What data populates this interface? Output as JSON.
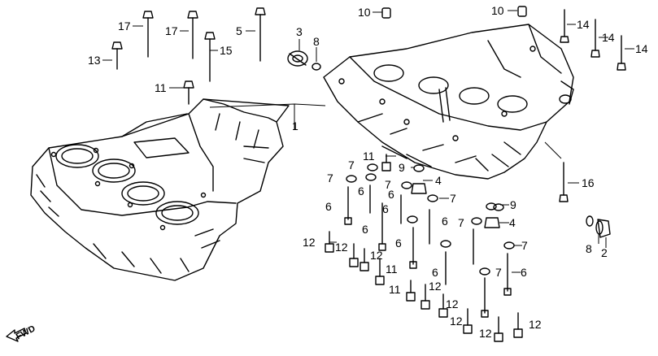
{
  "diagram": {
    "labels": [
      {
        "id": "l17a",
        "text": "17"
      },
      {
        "id": "l17b",
        "text": "17"
      },
      {
        "id": "l5",
        "text": "5"
      },
      {
        "id": "l13",
        "text": "13"
      },
      {
        "id": "l15",
        "text": "15"
      },
      {
        "id": "l11a",
        "text": "11"
      },
      {
        "id": "l3",
        "text": "3"
      },
      {
        "id": "l8a",
        "text": "8"
      },
      {
        "id": "l10a",
        "text": "10"
      },
      {
        "id": "l10b",
        "text": "10"
      },
      {
        "id": "l14a",
        "text": "14"
      },
      {
        "id": "l14b",
        "text": "14"
      },
      {
        "id": "l14c",
        "text": "14"
      },
      {
        "id": "l1",
        "text": "1"
      },
      {
        "id": "l11b",
        "text": "11"
      },
      {
        "id": "l9a",
        "text": "9"
      },
      {
        "id": "l4a",
        "text": "4"
      },
      {
        "id": "l7a",
        "text": "7"
      },
      {
        "id": "l7b",
        "text": "7"
      },
      {
        "id": "l7c",
        "text": "7"
      },
      {
        "id": "l7d",
        "text": "7"
      },
      {
        "id": "l6a",
        "text": "6"
      },
      {
        "id": "l6b",
        "text": "6"
      },
      {
        "id": "l6c",
        "text": "6"
      },
      {
        "id": "l6d",
        "text": "6"
      },
      {
        "id": "l16",
        "text": "16"
      },
      {
        "id": "l9b",
        "text": "9"
      },
      {
        "id": "l7e",
        "text": "7"
      },
      {
        "id": "l4b",
        "text": "4"
      },
      {
        "id": "l7f",
        "text": "7"
      },
      {
        "id": "l6e",
        "text": "6"
      },
      {
        "id": "l6f",
        "text": "6"
      },
      {
        "id": "l12a",
        "text": "12"
      },
      {
        "id": "l12b",
        "text": "12"
      },
      {
        "id": "l12c",
        "text": "12"
      },
      {
        "id": "l11c",
        "text": "11"
      },
      {
        "id": "l6g",
        "text": "6"
      },
      {
        "id": "l7g",
        "text": "7"
      },
      {
        "id": "l6h",
        "text": "6"
      },
      {
        "id": "l8b",
        "text": "8"
      },
      {
        "id": "l2",
        "text": "2"
      },
      {
        "id": "l11d",
        "text": "11"
      },
      {
        "id": "l12d",
        "text": "12"
      },
      {
        "id": "l6i",
        "text": "6"
      },
      {
        "id": "l12e",
        "text": "12"
      },
      {
        "id": "l12f",
        "text": "12"
      },
      {
        "id": "l12g",
        "text": "12"
      },
      {
        "id": "l12h",
        "text": "12"
      }
    ],
    "fwd_label": "FWD"
  }
}
